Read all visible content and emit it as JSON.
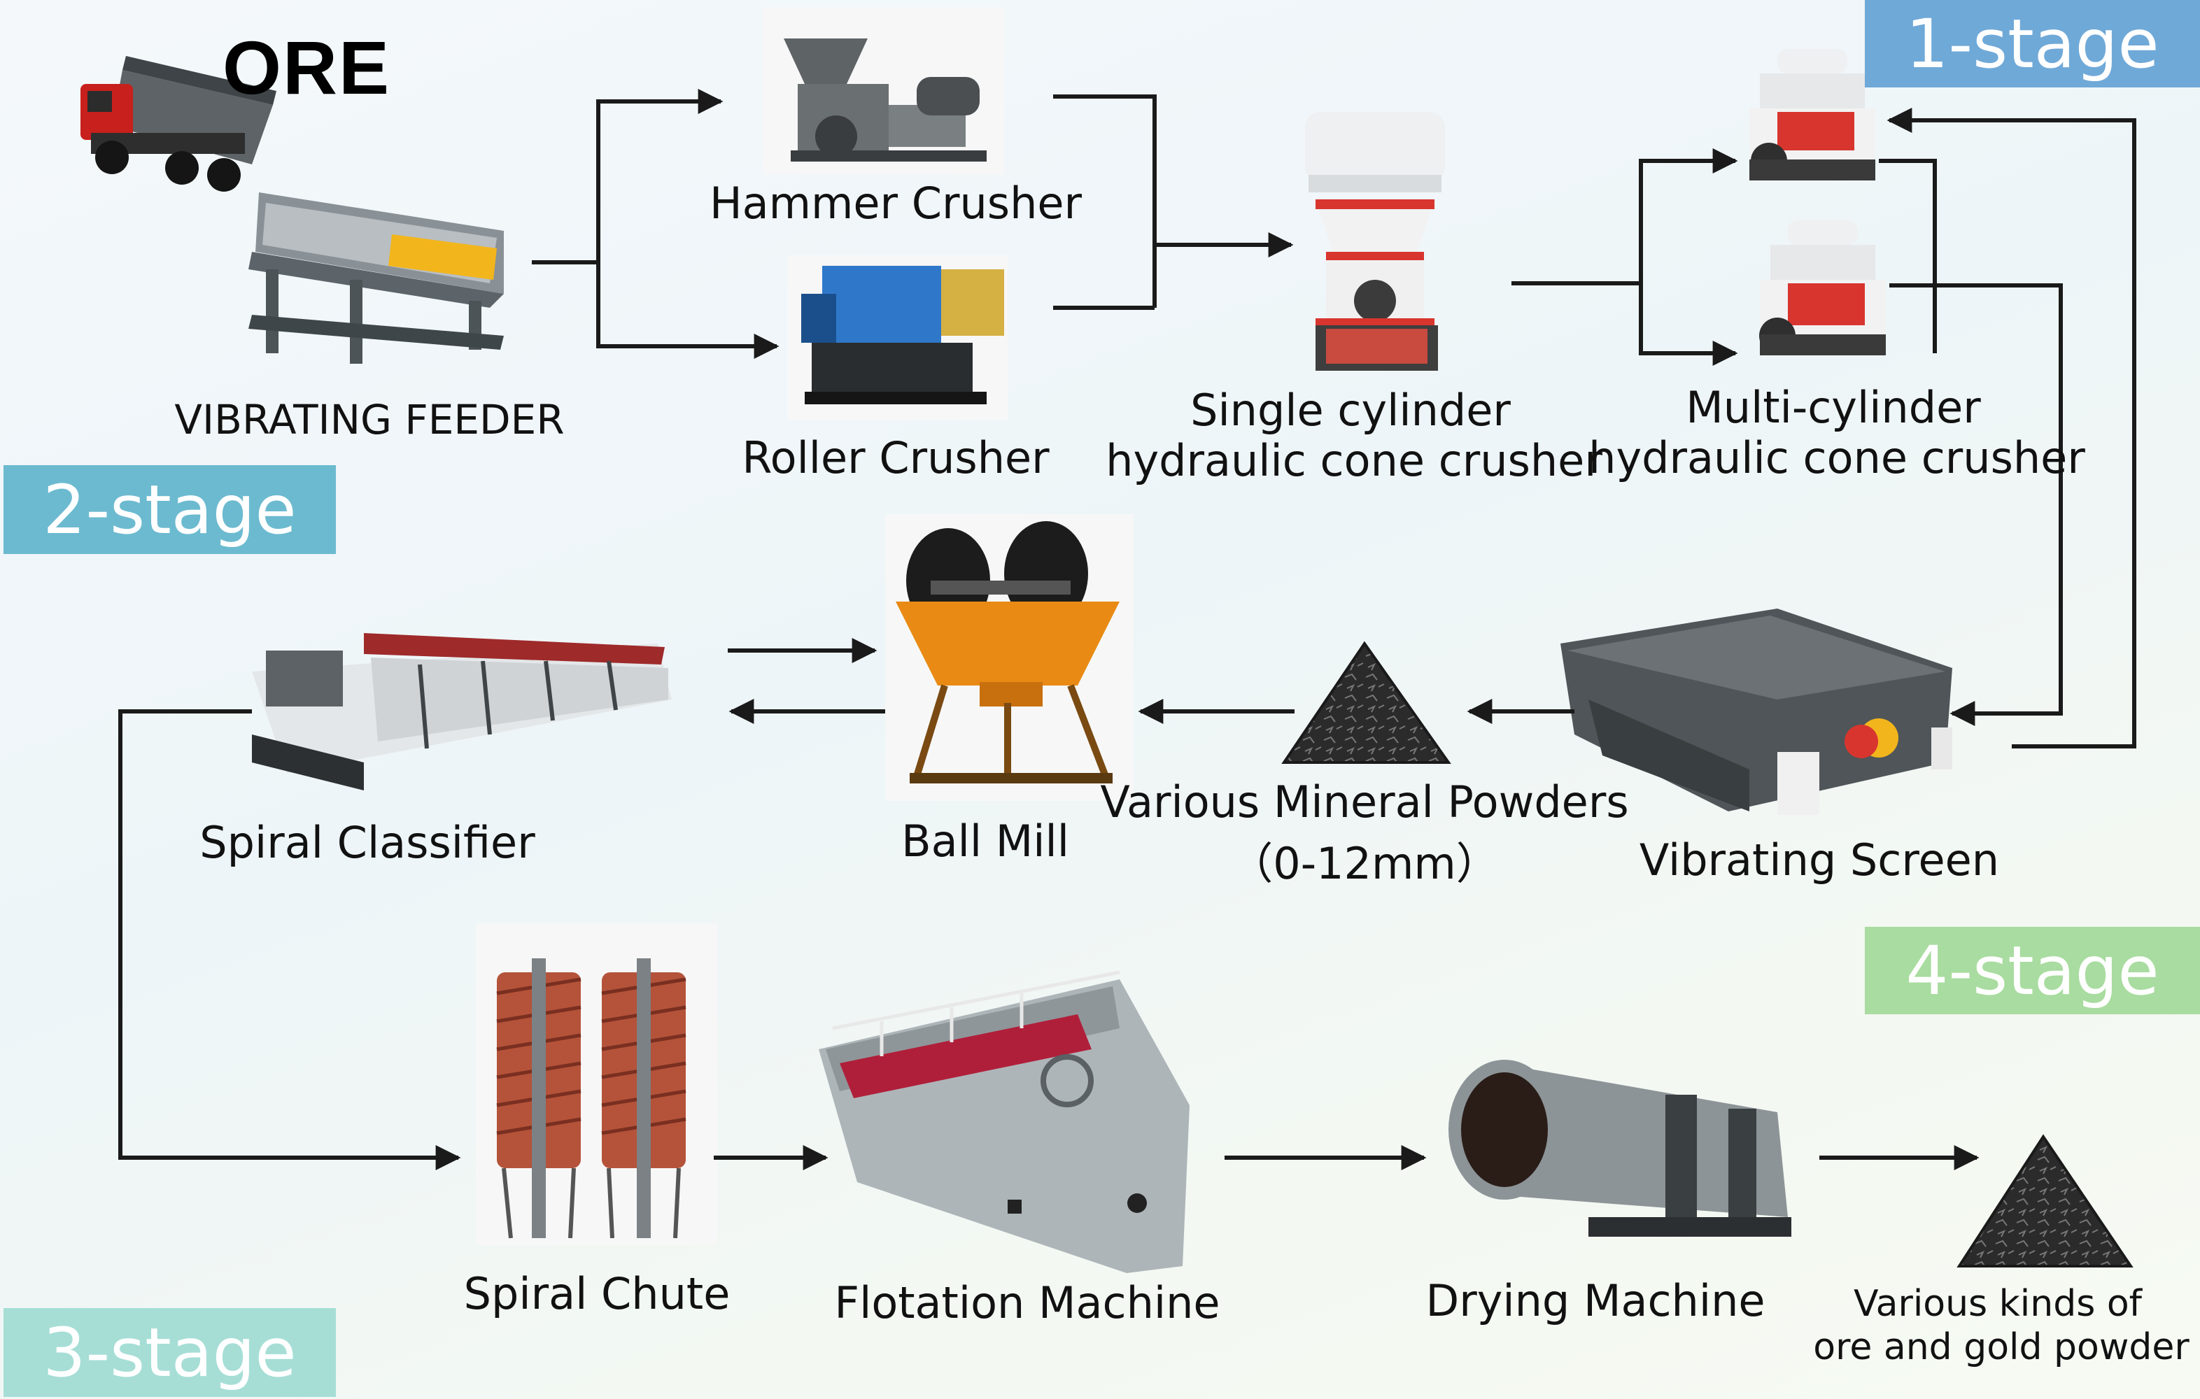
{
  "header": {
    "ore_label": "ORE"
  },
  "stages": {
    "stage1": "1-stage",
    "stage2": "2-stage",
    "stage3": "3-stage",
    "stage4": "4-stage"
  },
  "machines": {
    "vibrating_feeder": "VIBRATING FEEDER",
    "hammer_crusher": "Hammer Crusher",
    "roller_crusher": "Roller Crusher",
    "single_cylinder_line1": "Single cylinder",
    "single_cylinder_line2": "hydraulic cone crusher",
    "multi_cylinder_line1": "Multi-cylinder",
    "multi_cylinder_line2": "hydraulic cone crusher",
    "vibrating_screen": "Vibrating Screen",
    "mineral_powders_line1": "Various Mineral Powders",
    "mineral_powders_line2": "（0-12mm）",
    "ball_mill": "Ball Mill",
    "spiral_classifier": "Spiral Classifier",
    "spiral_chute": "Spiral Chute",
    "flotation_machine": "Flotation Machine",
    "drying_machine": "Drying Machine",
    "gold_powder_line1": "Various kinds of",
    "gold_powder_line2": "ore and gold powder"
  },
  "colors": {
    "stage1": "#6fa9d8",
    "stage2": "#6cbad0",
    "stage3": "#a6ded6",
    "stage4": "#a9dca0",
    "arrow": "#1a1a1a",
    "cone_red": "#d8352f",
    "spiral_copper": "#b4533a",
    "ball_mill_orange": "#e98a14",
    "roller_blue": "#2f78c9",
    "feeder_yellow": "#f2b51c"
  }
}
